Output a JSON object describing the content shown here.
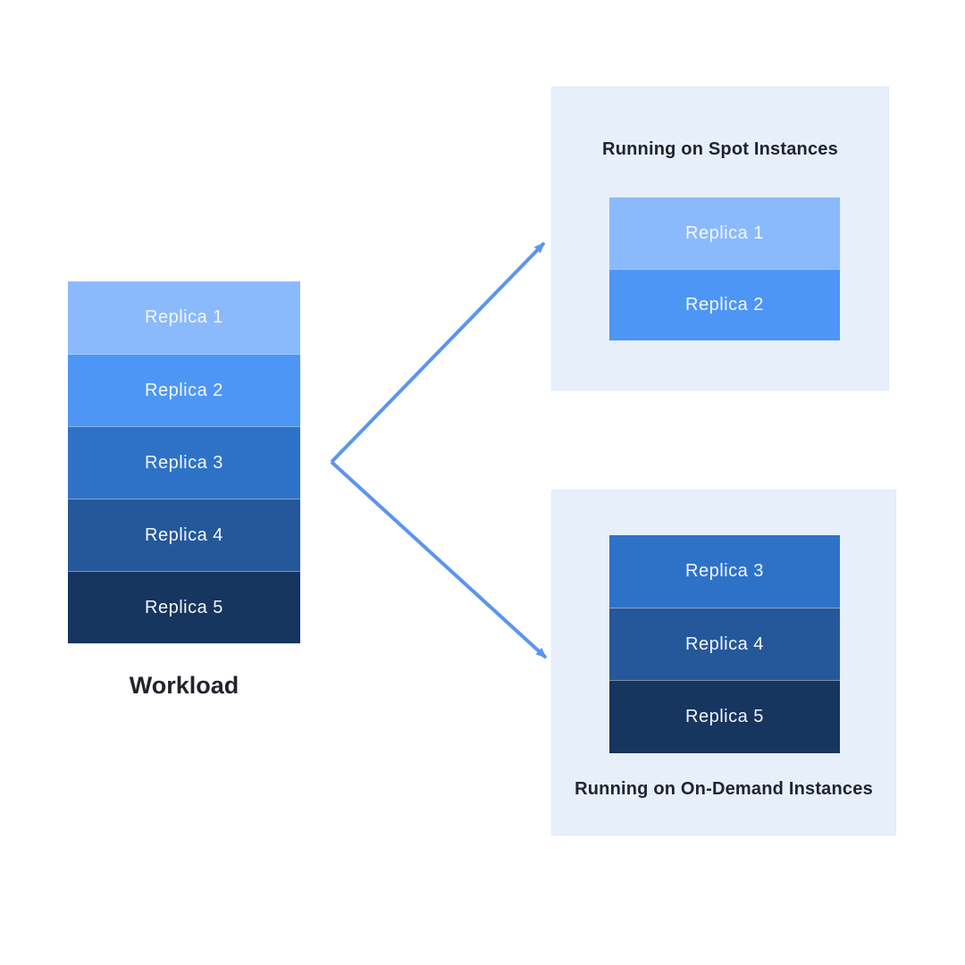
{
  "colors": {
    "canvas_bg": "#ffffff",
    "panel_bg": "#e7effb",
    "panel_border": "#dde9f9",
    "arrow": "#5b95f0",
    "title_text": "#21242b",
    "replica_text": "#f3f7fd"
  },
  "workload": {
    "label": "Workload",
    "replicas": [
      {
        "label": "Replica 1",
        "color": "#8bbafc"
      },
      {
        "label": "Replica 2",
        "color": "#4d96f5"
      },
      {
        "label": "Replica 3",
        "color": "#2e72c8"
      },
      {
        "label": "Replica 4",
        "color": "#24589a"
      },
      {
        "label": "Replica 5",
        "color": "#16355f"
      }
    ]
  },
  "spot_panel": {
    "title": "Running on Spot Instances",
    "replicas": [
      {
        "label": "Replica 1",
        "color": "#8bbafc"
      },
      {
        "label": "Replica 2",
        "color": "#4d96f5"
      }
    ]
  },
  "on_demand_panel": {
    "title": "Running on On-Demand Instances",
    "replicas": [
      {
        "label": "Replica 3",
        "color": "#2e72c8"
      },
      {
        "label": "Replica 4",
        "color": "#24589a"
      },
      {
        "label": "Replica 5",
        "color": "#16355f"
      }
    ]
  }
}
